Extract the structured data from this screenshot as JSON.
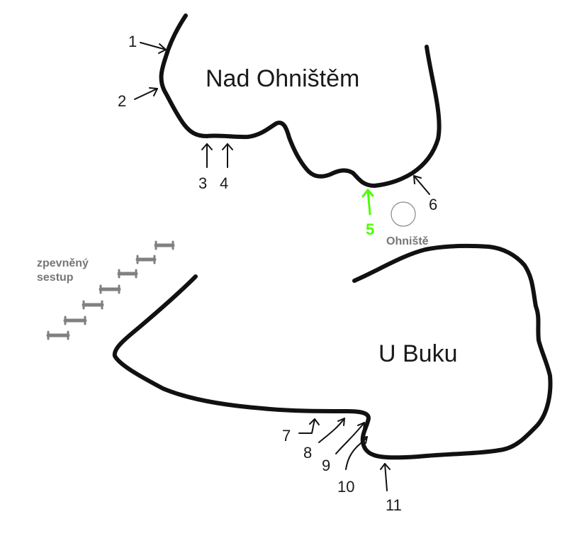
{
  "map": {
    "sectors": {
      "upper": "Nad Ohništěm",
      "lower": "U Buku"
    },
    "landmarks": {
      "fireplace": "Ohniště",
      "descent_line1": "zpevněný",
      "descent_line2": "sestup"
    },
    "routes": [
      {
        "number": "1"
      },
      {
        "number": "2"
      },
      {
        "number": "3"
      },
      {
        "number": "4"
      },
      {
        "number": "5",
        "highlight_color": "#4cff00"
      },
      {
        "number": "6"
      },
      {
        "number": "7"
      },
      {
        "number": "8"
      },
      {
        "number": "9"
      },
      {
        "number": "10"
      },
      {
        "number": "11"
      }
    ],
    "colors": {
      "rock": "#111111",
      "highlight": "#4cff00",
      "landmark": "#777777"
    }
  }
}
